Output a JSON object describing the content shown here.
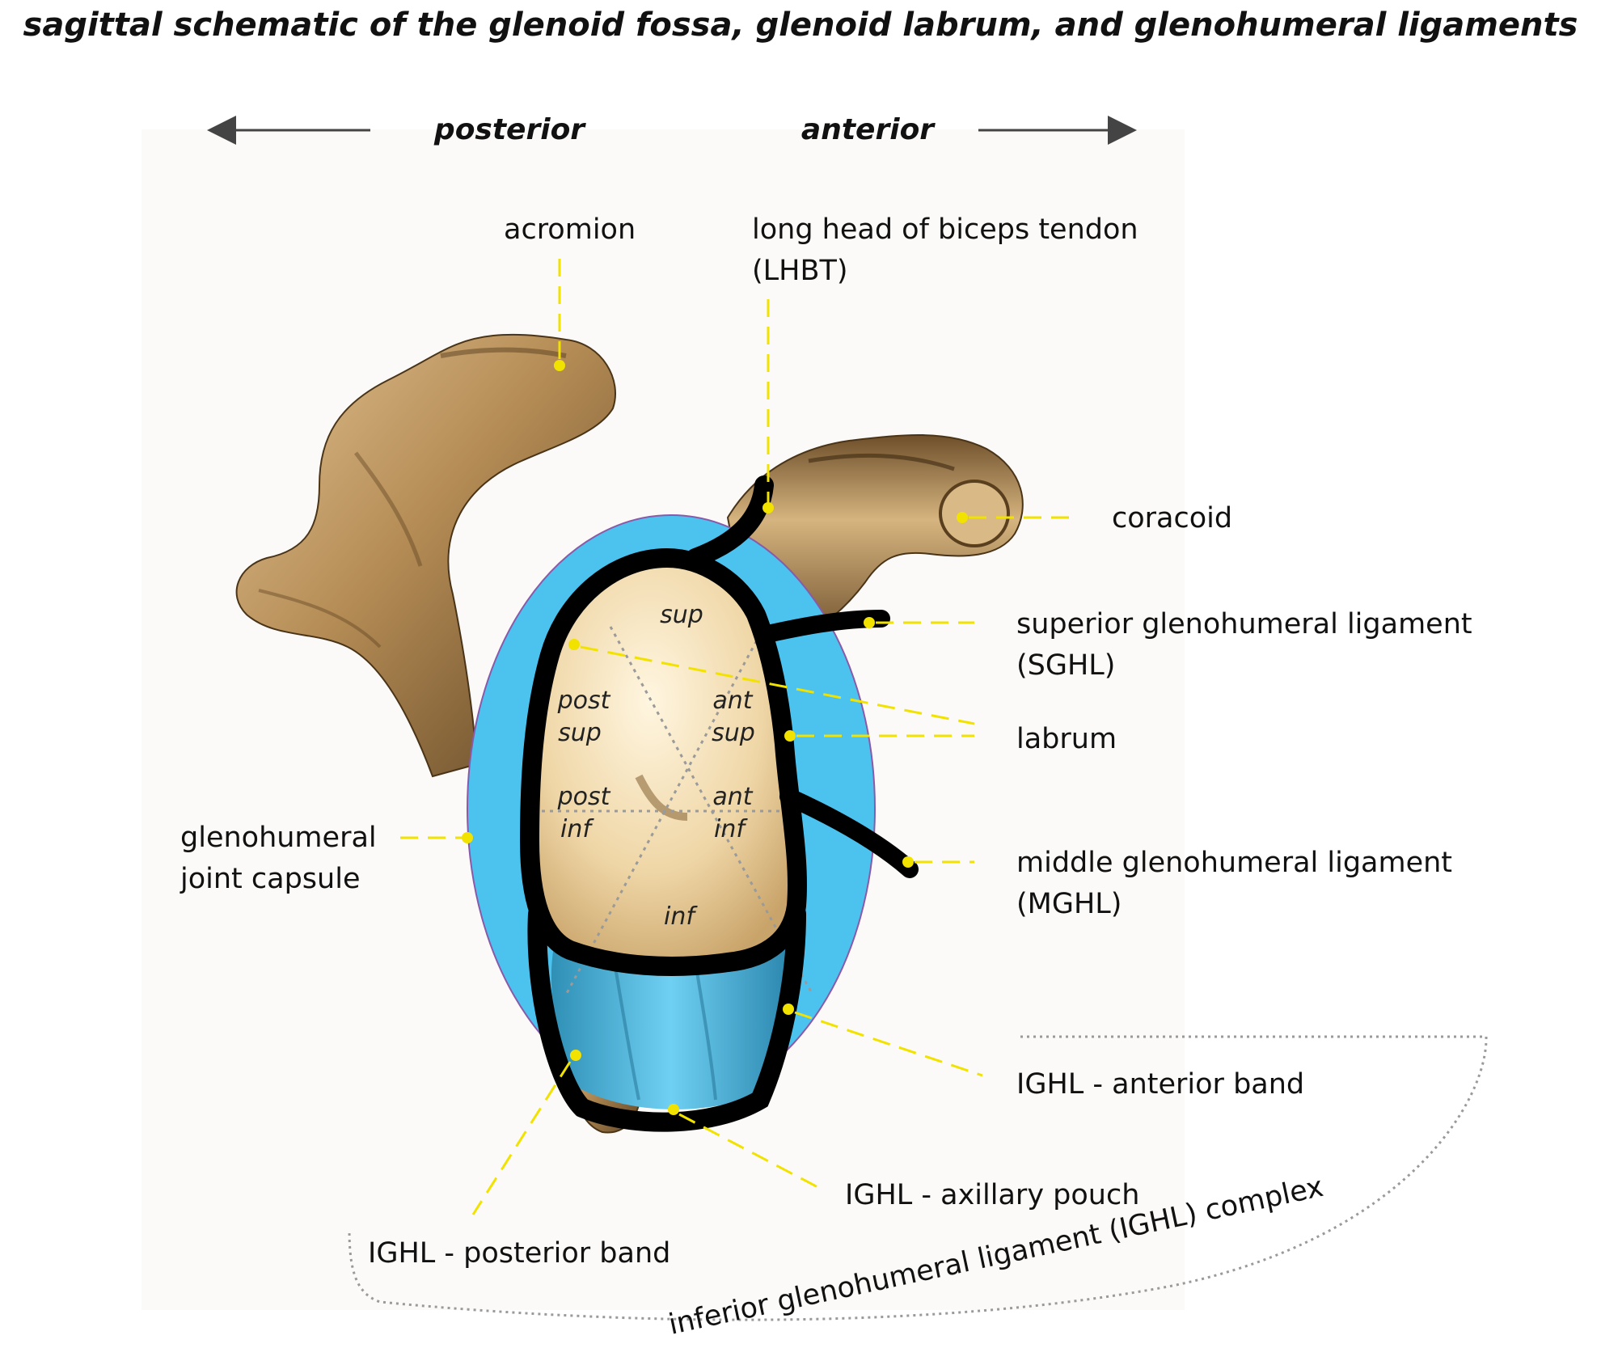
{
  "title": "sagittal schematic of the glenoid fossa, glenoid labrum, and glenohumeral ligaments",
  "orientation": {
    "posterior": "posterior",
    "anterior": "anterior"
  },
  "labels": {
    "acromion": "acromion",
    "lhbt_1": "long head of biceps tendon",
    "lhbt_2": "(LHBT)",
    "coracoid": "coracoid",
    "sghl_1": "superior glenohumeral ligament",
    "sghl_2": "(SGHL)",
    "labrum": "labrum",
    "mghl_1": "middle glenohumeral ligament",
    "mghl_2": "(MGHL)",
    "capsule_1": "glenohumeral",
    "capsule_2": "joint capsule",
    "ighl_anterior": "IGHL - anterior band",
    "ighl_axillary": "IGHL - axillary pouch",
    "ighl_posterior": "IGHL - posterior band",
    "ighl_complex": "inferior glenohumeral ligament (IGHL) complex"
  },
  "zones": {
    "sup": "sup",
    "post_sup_1": "post",
    "post_sup_2": "sup",
    "ant_sup_1": "ant",
    "ant_sup_2": "sup",
    "post_inf_1": "post",
    "post_inf_2": "inf",
    "ant_inf_1": "ant",
    "ant_inf_2": "inf",
    "inf": "inf"
  },
  "colors": {
    "capsule": "#4cc3ef",
    "bone": "#b8915a",
    "bone_shadow": "#5e4424",
    "fossa": "#f5e6c6",
    "ligament": "#000000",
    "leader": "#f2e200"
  }
}
